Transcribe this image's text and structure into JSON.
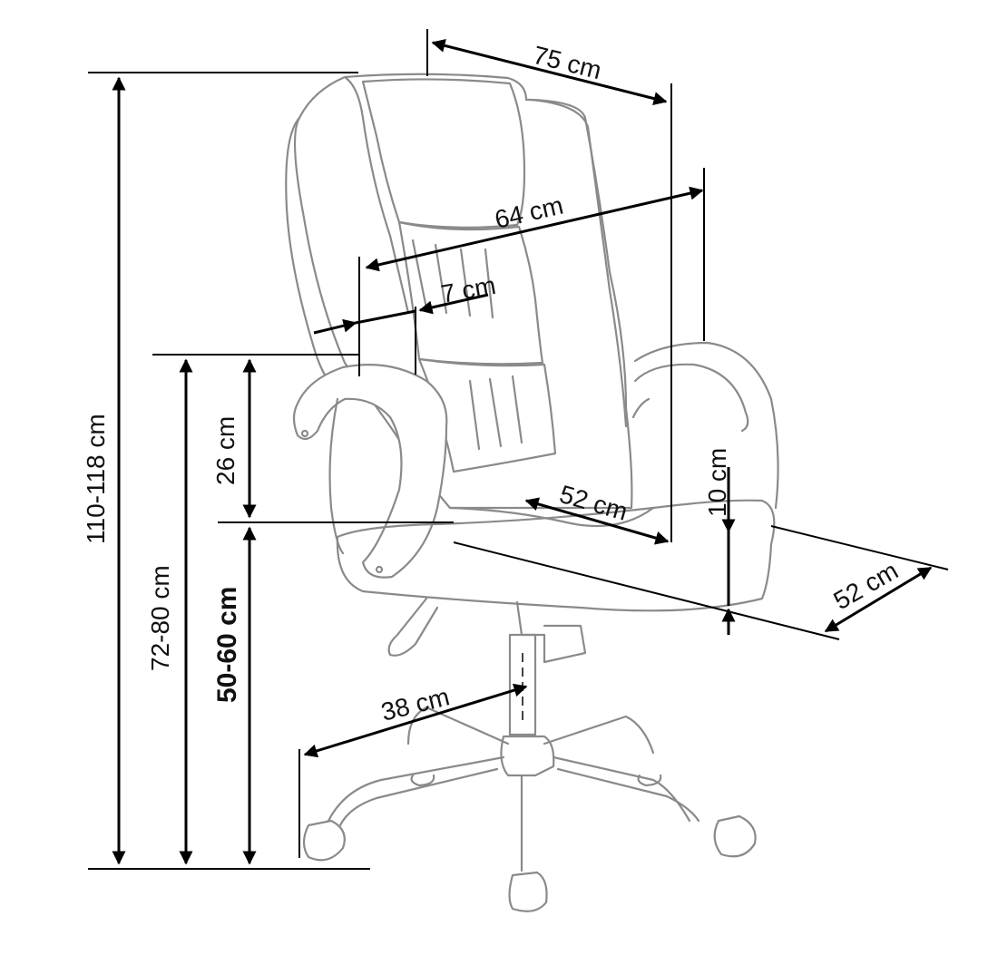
{
  "dimensions": {
    "total_height": "110-118 cm",
    "armrest_height": "72-80 cm",
    "seat_height": "50-60 cm",
    "armrest_above_seat": "26 cm",
    "overall_width": "75 cm",
    "backrest_width": "64 cm",
    "armrest_width": "7 cm",
    "seat_width": "52 cm",
    "seat_depth": "52 cm",
    "seat_thickness": "10 cm",
    "base_radius": "38 cm"
  }
}
